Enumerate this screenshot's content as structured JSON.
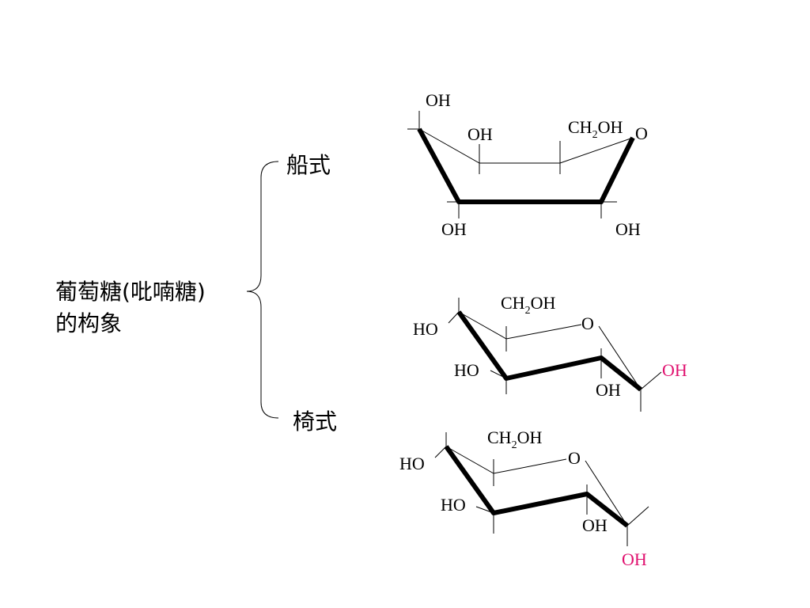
{
  "left_label": {
    "line1": "葡萄糖(吡喃糖)",
    "line2": "的构象"
  },
  "boat_label": "船式",
  "chair_label": "椅式",
  "colors": {
    "text": "#000000",
    "highlight": "#e0116f"
  },
  "boat": {
    "oh_top": "OH",
    "oh_c3": "OH",
    "ch2oh_main": "CH",
    "ch2oh_sub": "2",
    "ch2oh_tail": "OH",
    "ring_o": "O",
    "oh_bottom_left": "OH",
    "oh_bottom_right": "OH"
  },
  "chair1": {
    "ch2oh_main": "CH",
    "ch2oh_sub": "2",
    "ch2oh_tail": "OH",
    "ring_o": "O",
    "ho_c4": "HO",
    "ho_c3": "HO",
    "oh_c2": "OH",
    "oh_anomeric": "OH"
  },
  "chair2": {
    "ch2oh_main": "CH",
    "ch2oh_sub": "2",
    "ch2oh_tail": "OH",
    "ring_o": "O",
    "ho_c4": "HO",
    "ho_c3": "HO",
    "oh_c2": "OH",
    "oh_anomeric": "OH"
  }
}
